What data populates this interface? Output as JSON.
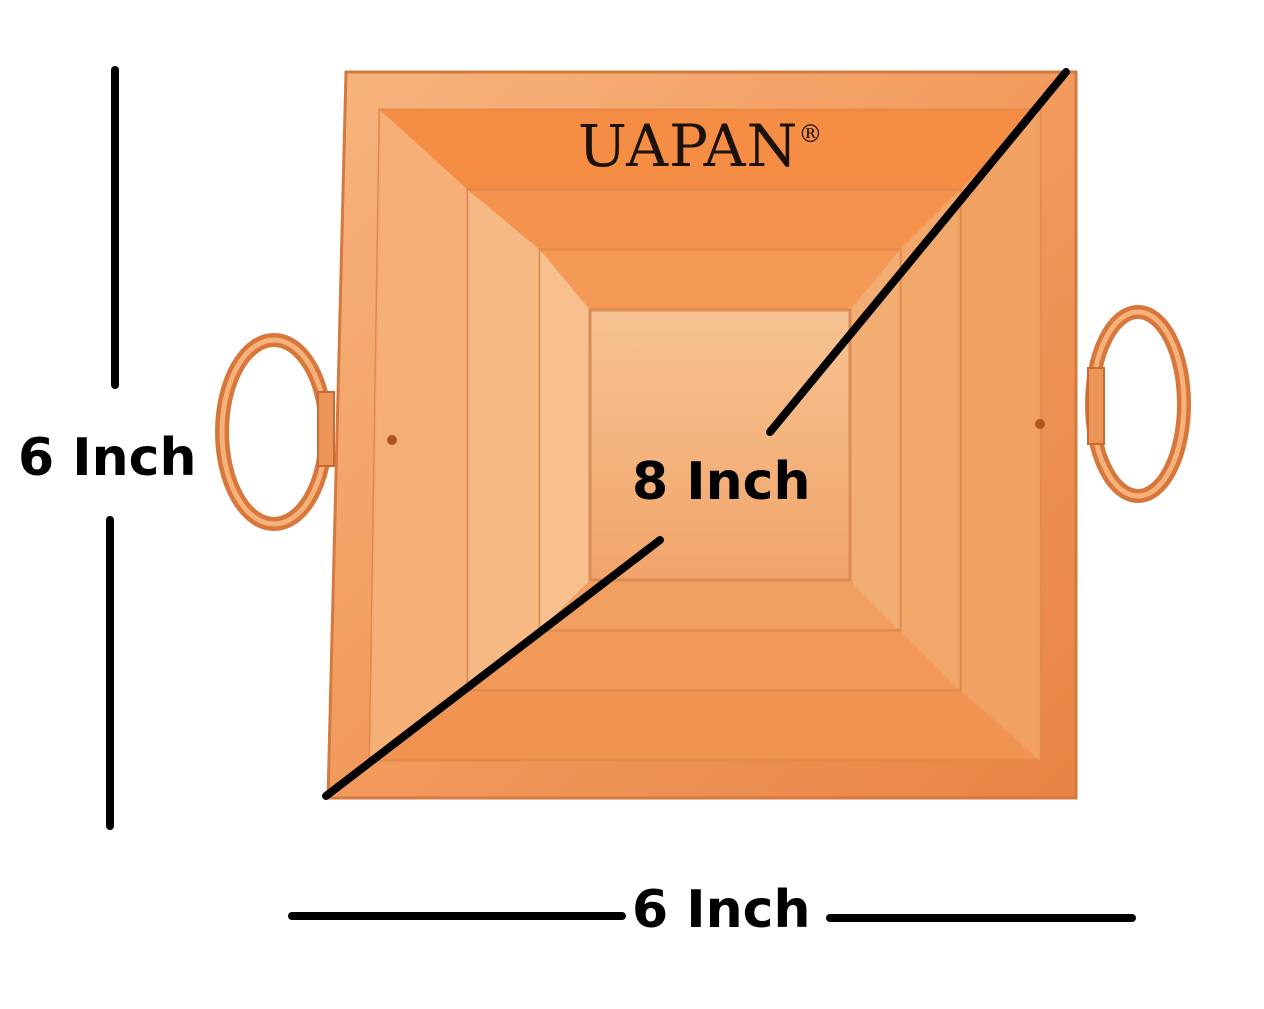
{
  "product": {
    "brand": "UAPAN",
    "brand_mark": "®",
    "material_color": "#e88a4c",
    "dimensions": {
      "height_label": "6 Inch",
      "width_label": "6 Inch",
      "diagonal_label": "8 Inch"
    }
  }
}
